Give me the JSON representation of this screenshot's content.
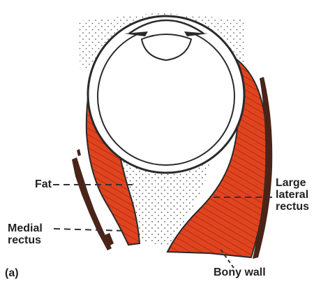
{
  "panel_label": "(a)",
  "labels": {
    "fat": "Fat",
    "medial_rectus": "Medial\nrectus",
    "large_lateral_rectus": "Large\nlateral\nrectus",
    "bony_wall": "Bony wall"
  },
  "colors": {
    "muscle": "#e0441f",
    "muscle_dark": "#b02a10",
    "outline": "#2a2a2a",
    "bone": "#5a2a1a"
  }
}
